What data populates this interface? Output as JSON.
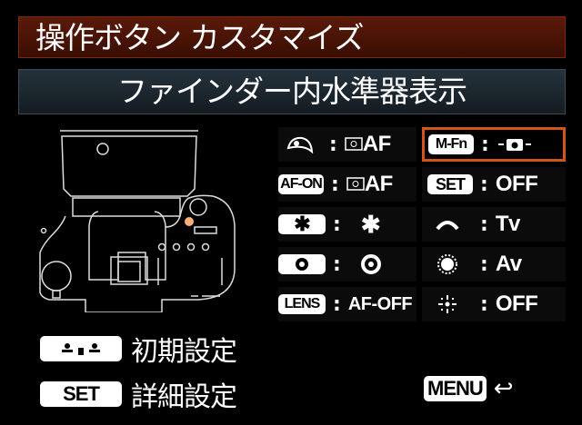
{
  "header": {
    "title": "操作ボタン カスタマイズ"
  },
  "subheader": {
    "title": "ファインダー内水準器表示"
  },
  "camera_diagram": {
    "icon": "camera-top-view-icon"
  },
  "assignments": {
    "left": [
      {
        "button": "metering-button",
        "button_label": "",
        "value": "AF",
        "value_icon": "af-point-icon"
      },
      {
        "button": "AF-ON",
        "button_label": "AF-ON",
        "value": "AF",
        "value_icon": "af-point-icon"
      },
      {
        "button": "ae-lock-button",
        "button_label": "✱",
        "value": "✱"
      },
      {
        "button": "dof-preview-button",
        "button_label": "",
        "value": "",
        "value_icon": "aperture-icon"
      },
      {
        "button": "LENS",
        "button_label": "LENS",
        "value": "AF-OFF"
      }
    ],
    "right": [
      {
        "button": "M-Fn",
        "button_label": "M-Fn",
        "value": "-◘-",
        "value_icon": "camera-level-icon",
        "selected": true
      },
      {
        "button": "SET",
        "button_label": "SET",
        "value": "OFF"
      },
      {
        "button": "main-dial",
        "value": "Tv"
      },
      {
        "button": "quick-control-dial",
        "value": "Av"
      },
      {
        "button": "multi-controller",
        "value": "OFF"
      }
    ]
  },
  "footer": {
    "reset_label": "初期設定",
    "detail_button": "SET",
    "detail_label": "詳細設定",
    "menu_button": "MENU",
    "back_icon": "↩"
  },
  "colors": {
    "selection": "#d2561c",
    "title_bg": "#4a1406",
    "subtitle_bg": "#1c2730"
  }
}
